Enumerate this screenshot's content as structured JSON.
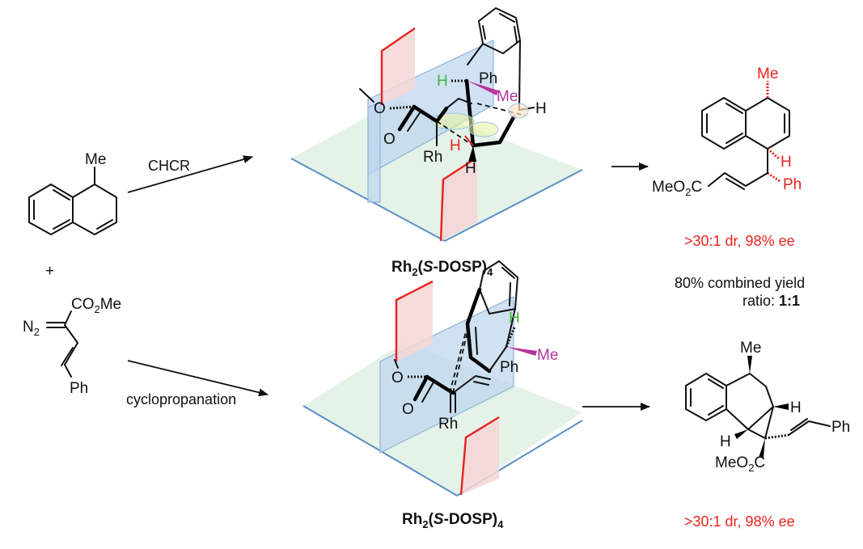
{
  "figure": {
    "title": "Reaction scheme: CHCR vs cyclopropanation with Rh2(S-DOSP)4"
  },
  "reactants": {
    "dihydronaphthalene": {
      "substituent": "Me"
    },
    "plus_sign": "+",
    "diazo": {
      "n2_label": "N",
      "n2_sub": "2",
      "ester_label_a": "CO",
      "ester_sub": "2",
      "ester_label_b": "Me",
      "aryl_label": "Ph"
    }
  },
  "pathways": [
    {
      "condition": "CHCR",
      "catalyst": {
        "prefix": "Rh",
        "sub1": "2",
        "open": "(",
        "italic": "S",
        "rest": "-DOSP)",
        "sub2": "4"
      },
      "ts_labels": {
        "h_green": "H",
        "ph": "Ph",
        "me": "Me",
        "h_right": "H",
        "o_top": "O",
        "o_bottom": "O",
        "h_red": "H",
        "rh": "Rh",
        "h_bottom": "H"
      },
      "product": {
        "me": "Me",
        "h": "H",
        "ph": "Ph",
        "ester_a": "MeO",
        "ester_sub": "2",
        "ester_b": "C"
      },
      "selectivity": ">30:1 dr, 98% ee"
    },
    {
      "condition": "cyclopropanation",
      "catalyst": {
        "prefix": "Rh",
        "sub1": "2",
        "open": "(",
        "italic": "S",
        "rest": "-DOSP)",
        "sub2": "4"
      },
      "ts_labels": {
        "h_green": "H",
        "me": "Me",
        "ph": "Ph",
        "o_top": "O",
        "o_bottom": "O",
        "rh": "Rh"
      },
      "product": {
        "me": "Me",
        "h_top": "H",
        "h_left": "H",
        "ph": "Ph",
        "ester_a": "MeO",
        "ester_sub": "2",
        "ester_b": "C"
      },
      "selectivity": ">30:1 dr, 98% ee"
    }
  ],
  "summary": {
    "yield": "80% combined yield",
    "ratio_label": "ratio: ",
    "ratio_value": "1:1"
  },
  "colors": {
    "highlight_red": "#e8231e",
    "highlight_green": "#3fb53f",
    "highlight_magenta": "#b4359a",
    "plane_blue": "#bcd6ee",
    "plane_green": "#dbeee0"
  }
}
